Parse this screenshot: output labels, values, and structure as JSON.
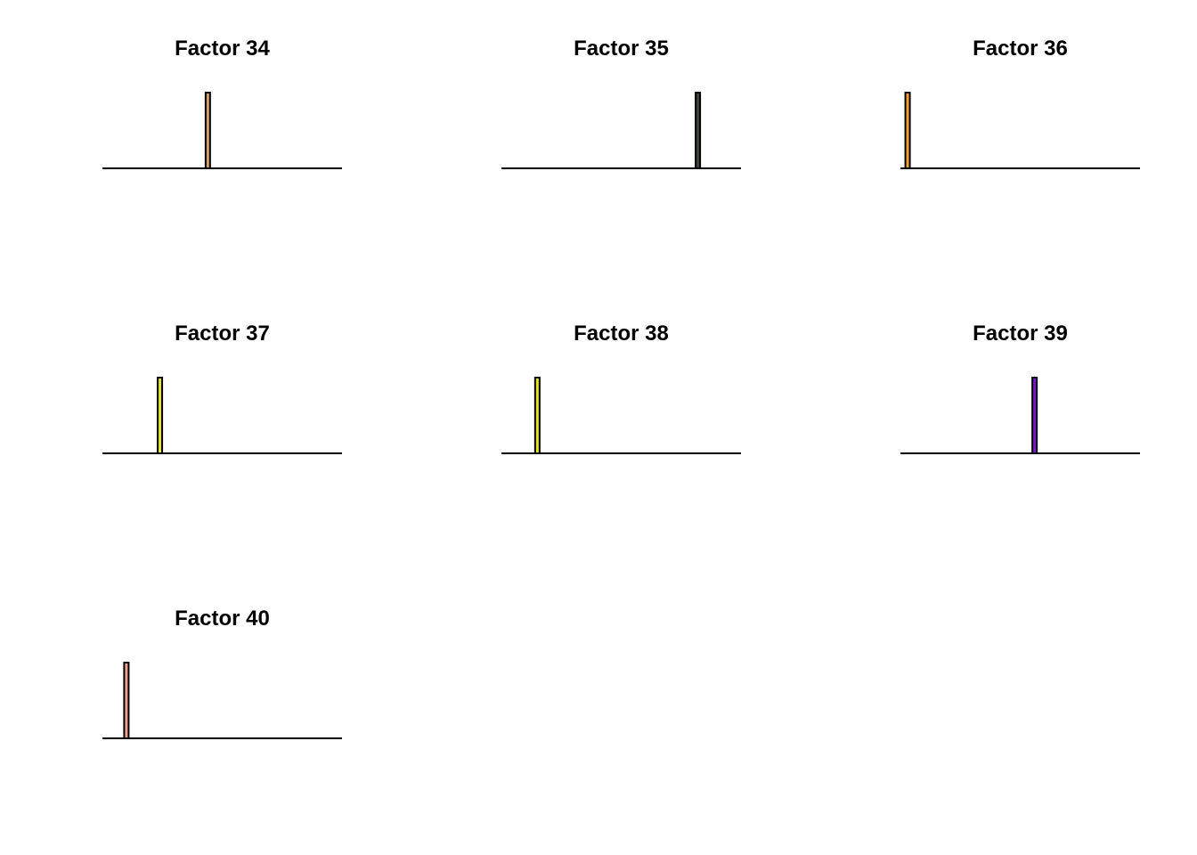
{
  "chart_data": [
    {
      "type": "bar",
      "title": "Factor 34",
      "xlim": [
        0,
        50
      ],
      "ylim": [
        0,
        1
      ],
      "grid": false,
      "legend": "none",
      "series": [
        {
          "x": 22,
          "value": 1,
          "color": "#D2A064"
        }
      ]
    },
    {
      "type": "bar",
      "title": "Factor 35",
      "xlim": [
        0,
        50
      ],
      "ylim": [
        0,
        1
      ],
      "grid": false,
      "legend": "none",
      "series": [
        {
          "x": 41,
          "value": 1,
          "color": "#3C4632"
        }
      ]
    },
    {
      "type": "bar",
      "title": "Factor 36",
      "xlim": [
        0,
        50
      ],
      "ylim": [
        0,
        1
      ],
      "grid": false,
      "legend": "none",
      "series": [
        {
          "x": 1.5,
          "value": 1,
          "color": "#F5A030"
        }
      ]
    },
    {
      "type": "bar",
      "title": "Factor 37",
      "xlim": [
        0,
        50
      ],
      "ylim": [
        0,
        1
      ],
      "grid": false,
      "legend": "none",
      "series": [
        {
          "x": 12,
          "value": 1,
          "color": "#E6E632"
        }
      ]
    },
    {
      "type": "bar",
      "title": "Factor 38",
      "xlim": [
        0,
        50
      ],
      "ylim": [
        0,
        1
      ],
      "grid": false,
      "legend": "none",
      "series": [
        {
          "x": 7.5,
          "value": 1,
          "color": "#E6E619"
        }
      ]
    },
    {
      "type": "bar",
      "title": "Factor 39",
      "xlim": [
        0,
        50
      ],
      "ylim": [
        0,
        1
      ],
      "grid": false,
      "legend": "none",
      "series": [
        {
          "x": 28,
          "value": 1,
          "color": "#7A14D2"
        }
      ]
    },
    {
      "type": "bar",
      "title": "Factor 40",
      "xlim": [
        0,
        50
      ],
      "ylim": [
        0,
        1
      ],
      "grid": false,
      "legend": "none",
      "series": [
        {
          "x": 5,
          "value": 1,
          "color": "#F0A08C"
        }
      ]
    }
  ]
}
